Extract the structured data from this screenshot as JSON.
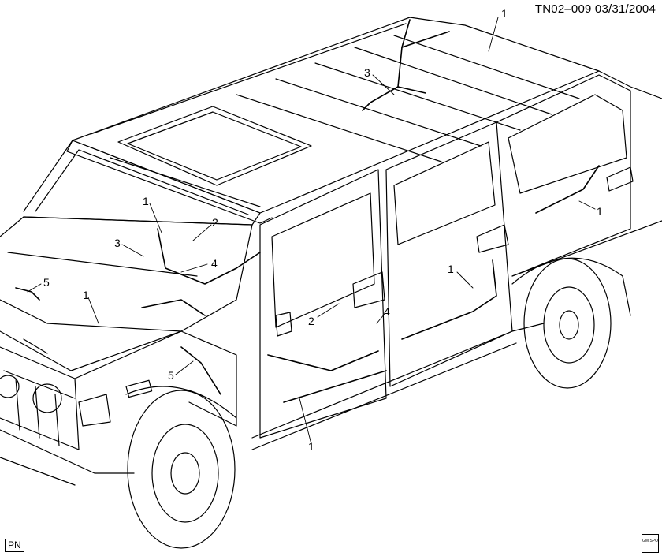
{
  "document": {
    "id_and_date": "TN02–009  03/31/2004",
    "pn_label": "PN",
    "logo_text": "GM SPO"
  },
  "callouts": [
    "1",
    "2",
    "3",
    "4",
    "5",
    "1",
    "1",
    "1",
    "1",
    "2",
    "3",
    "4",
    "5"
  ],
  "colors": {
    "line": "#000000",
    "background": "#ffffff"
  }
}
